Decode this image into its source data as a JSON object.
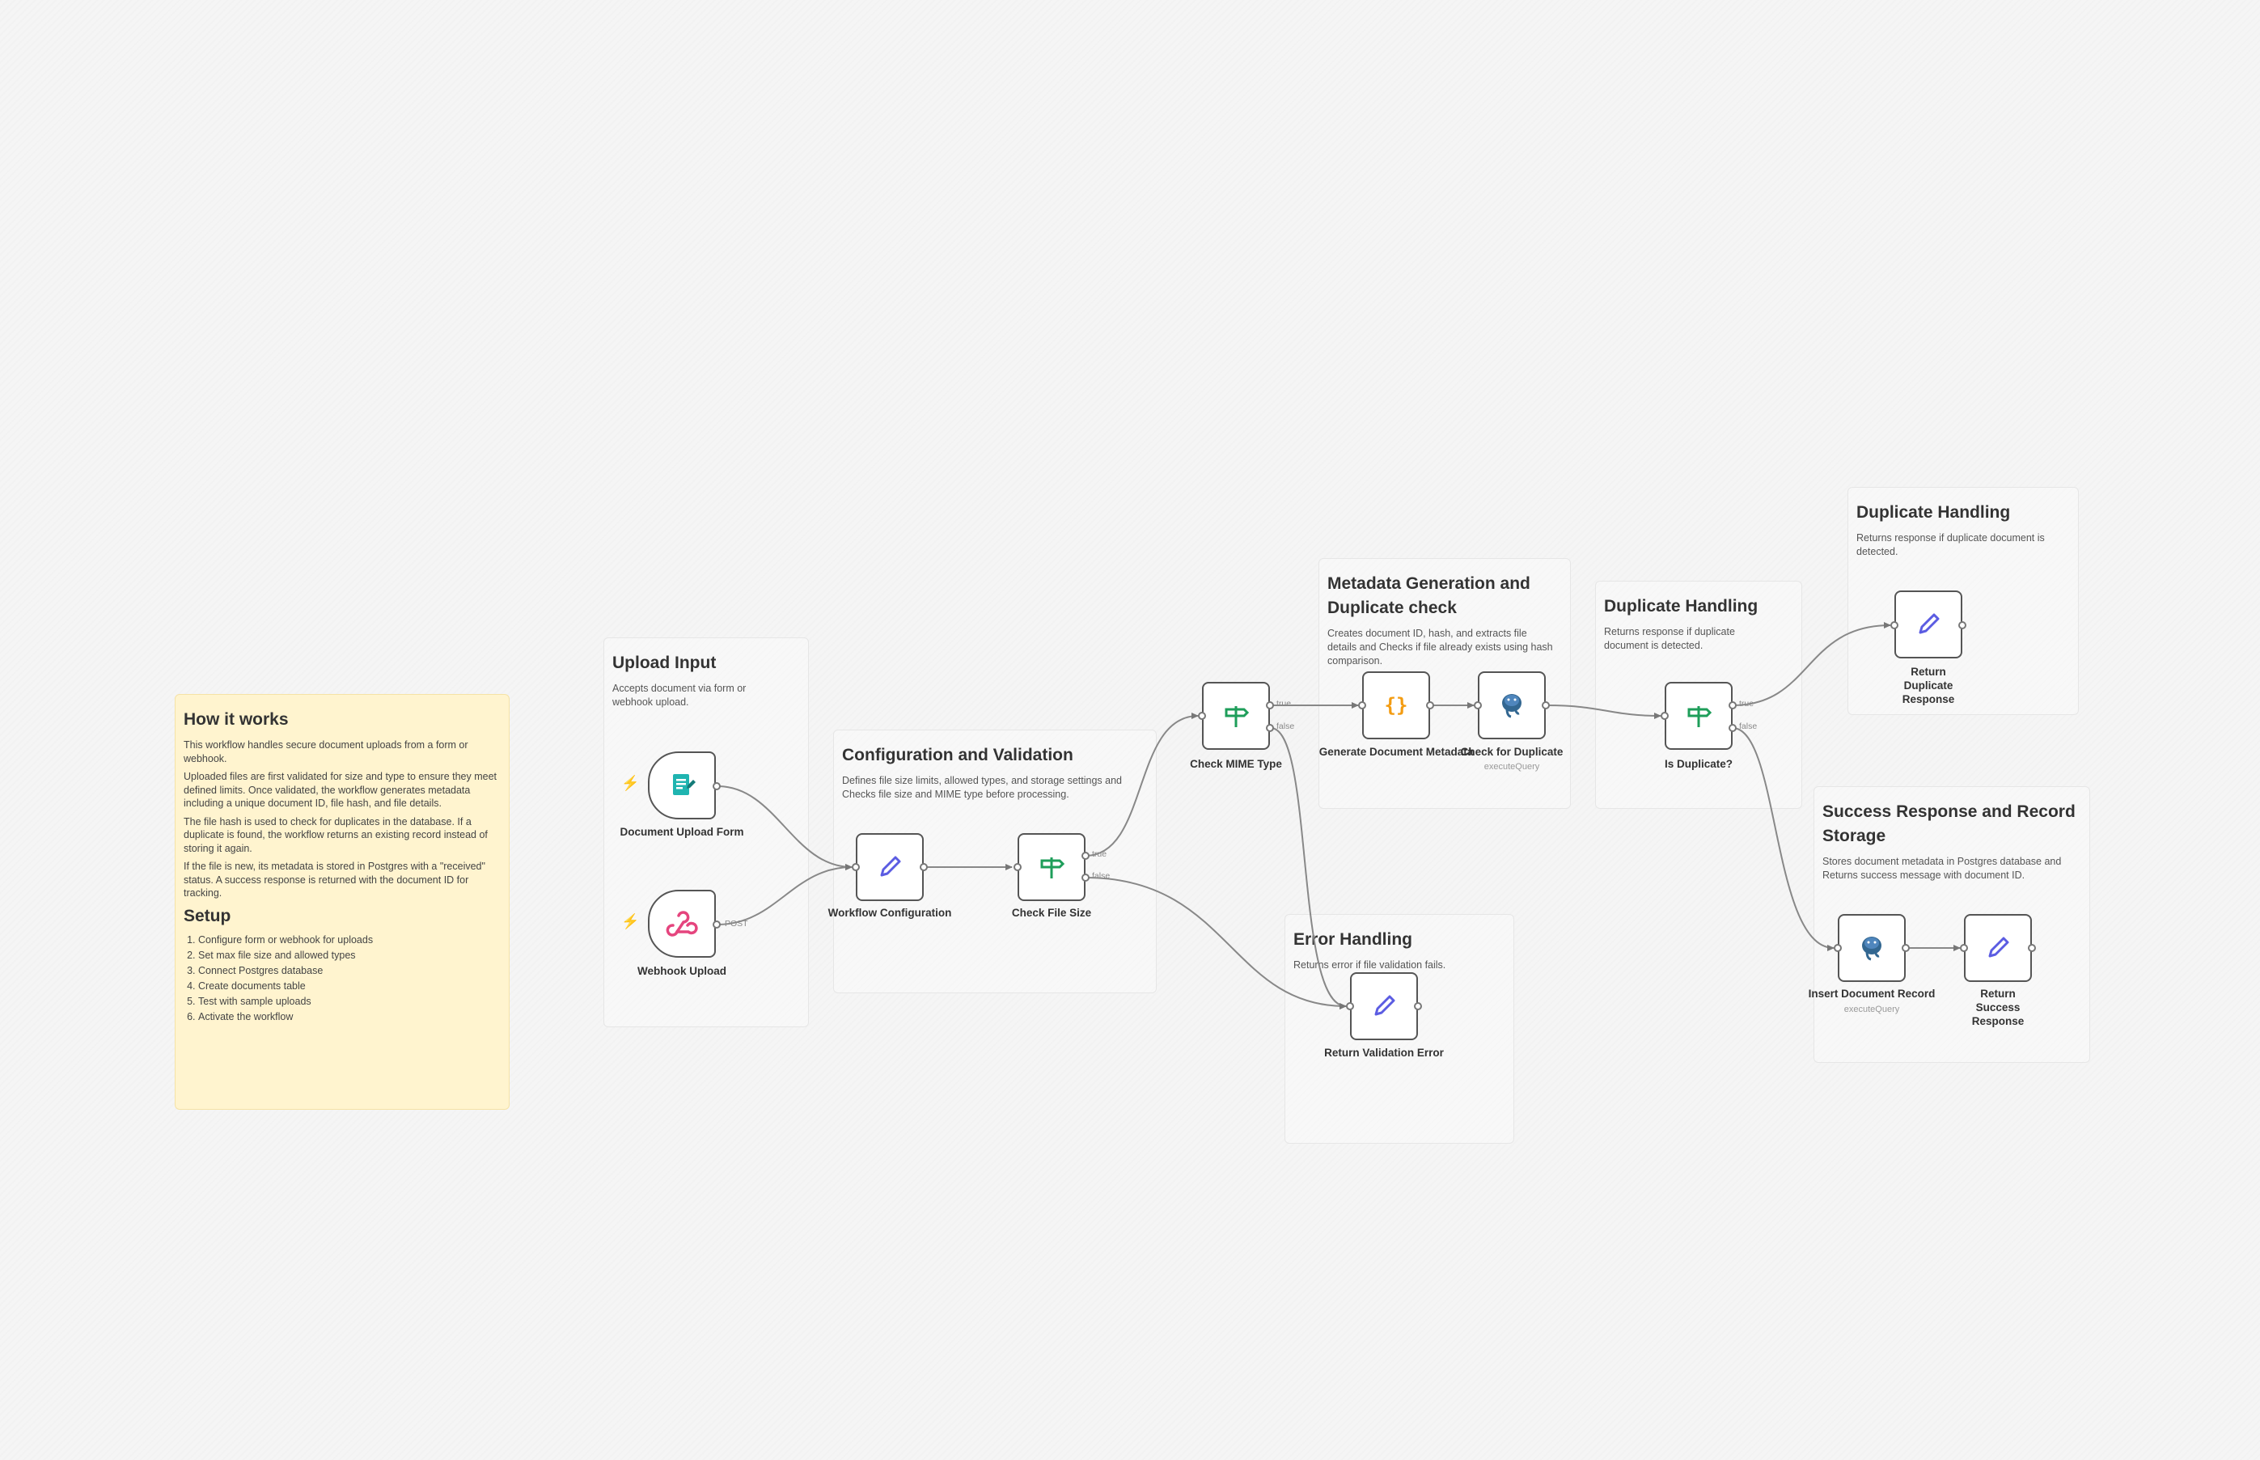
{
  "sticky_notes": {
    "how_it_works": {
      "title": "How it works",
      "paragraphs": [
        "This workflow handles secure document uploads from a form or webhook.",
        "Uploaded files are first validated for size and type to ensure they meet defined limits. Once validated, the workflow generates metadata including a unique document ID, file hash, and file details.",
        "The file hash is used to check for duplicates in the database. If a duplicate is found, the workflow returns an existing record instead of storing it again.",
        "If the file is new, its metadata is stored in Postgres with a \"received\" status. A success response is returned with the document ID for tracking."
      ],
      "setup_title": "Setup",
      "setup_steps": [
        "Configure form or webhook for uploads",
        "Set max file size and allowed types",
        "Connect Postgres database",
        "Create documents table",
        "Test with sample uploads",
        "Activate the workflow"
      ]
    },
    "upload_input": {
      "title": "Upload Input",
      "description": "Accepts document via form or webhook upload."
    },
    "config_validation": {
      "title": "Configuration and Validation",
      "description": "Defines file size limits, allowed types, and storage settings and Checks file size and MIME type before processing."
    },
    "metadata": {
      "title": "Metadata Generation and Duplicate check",
      "description": "Creates document ID, hash, and extracts file details and Checks if file already exists using hash comparison."
    },
    "duplicate_handling_1": {
      "title": "Duplicate Handling",
      "description": "Returns response if duplicate document is detected."
    },
    "duplicate_handling_2": {
      "title": "Duplicate Handling",
      "description": "Returns response if duplicate document is detected."
    },
    "success": {
      "title": "Success Response and Record Storage",
      "description": "Stores document metadata in Postgres database and Returns success message with document ID."
    },
    "error_handling": {
      "title": "Error Handling",
      "description": "Returns error if file validation fails."
    }
  },
  "nodes": {
    "document_upload_form": {
      "label": "Document Upload Form",
      "icon": "form-icon"
    },
    "webhook_upload": {
      "label": "Webhook Upload",
      "icon": "webhook-icon",
      "output_label": "POST"
    },
    "workflow_configuration": {
      "label": "Workflow Configuration",
      "icon": "pencil-icon"
    },
    "check_file_size": {
      "label": "Check File Size",
      "icon": "if-signpost-icon",
      "true_label": "true",
      "false_label": "false"
    },
    "check_mime_type": {
      "label": "Check MIME Type",
      "icon": "if-signpost-icon",
      "true_label": "true",
      "false_label": "false"
    },
    "generate_document_metadata": {
      "label": "Generate Document Metadata",
      "icon": "code-braces-icon"
    },
    "check_for_duplicate": {
      "label": "Check for Duplicate",
      "sublabel": "executeQuery",
      "icon": "postgres-icon"
    },
    "is_duplicate": {
      "label": "Is Duplicate?",
      "icon": "if-signpost-icon",
      "true_label": "true",
      "false_label": "false"
    },
    "return_duplicate_response": {
      "label": "Return Duplicate Response",
      "icon": "pencil-icon"
    },
    "insert_document_record": {
      "label": "Insert Document Record",
      "sublabel": "executeQuery",
      "icon": "postgres-icon"
    },
    "return_success_response": {
      "label": "Return Success Response",
      "icon": "pencil-icon"
    },
    "return_validation_error": {
      "label": "Return Validation Error",
      "icon": "pencil-icon"
    }
  },
  "colors": {
    "canvas": "#f5f5f5",
    "sticky_yellow": "#fff4cf",
    "trigger_bolt": "#ff6d5a",
    "form_icon": "#1fb4b0",
    "webhook_icon": "#e5457e",
    "pencil_icon": "#5b5ce2",
    "if_icon": "#1e9e5a",
    "code_icon": "#f39c12",
    "postgres_icon": "#336791"
  }
}
